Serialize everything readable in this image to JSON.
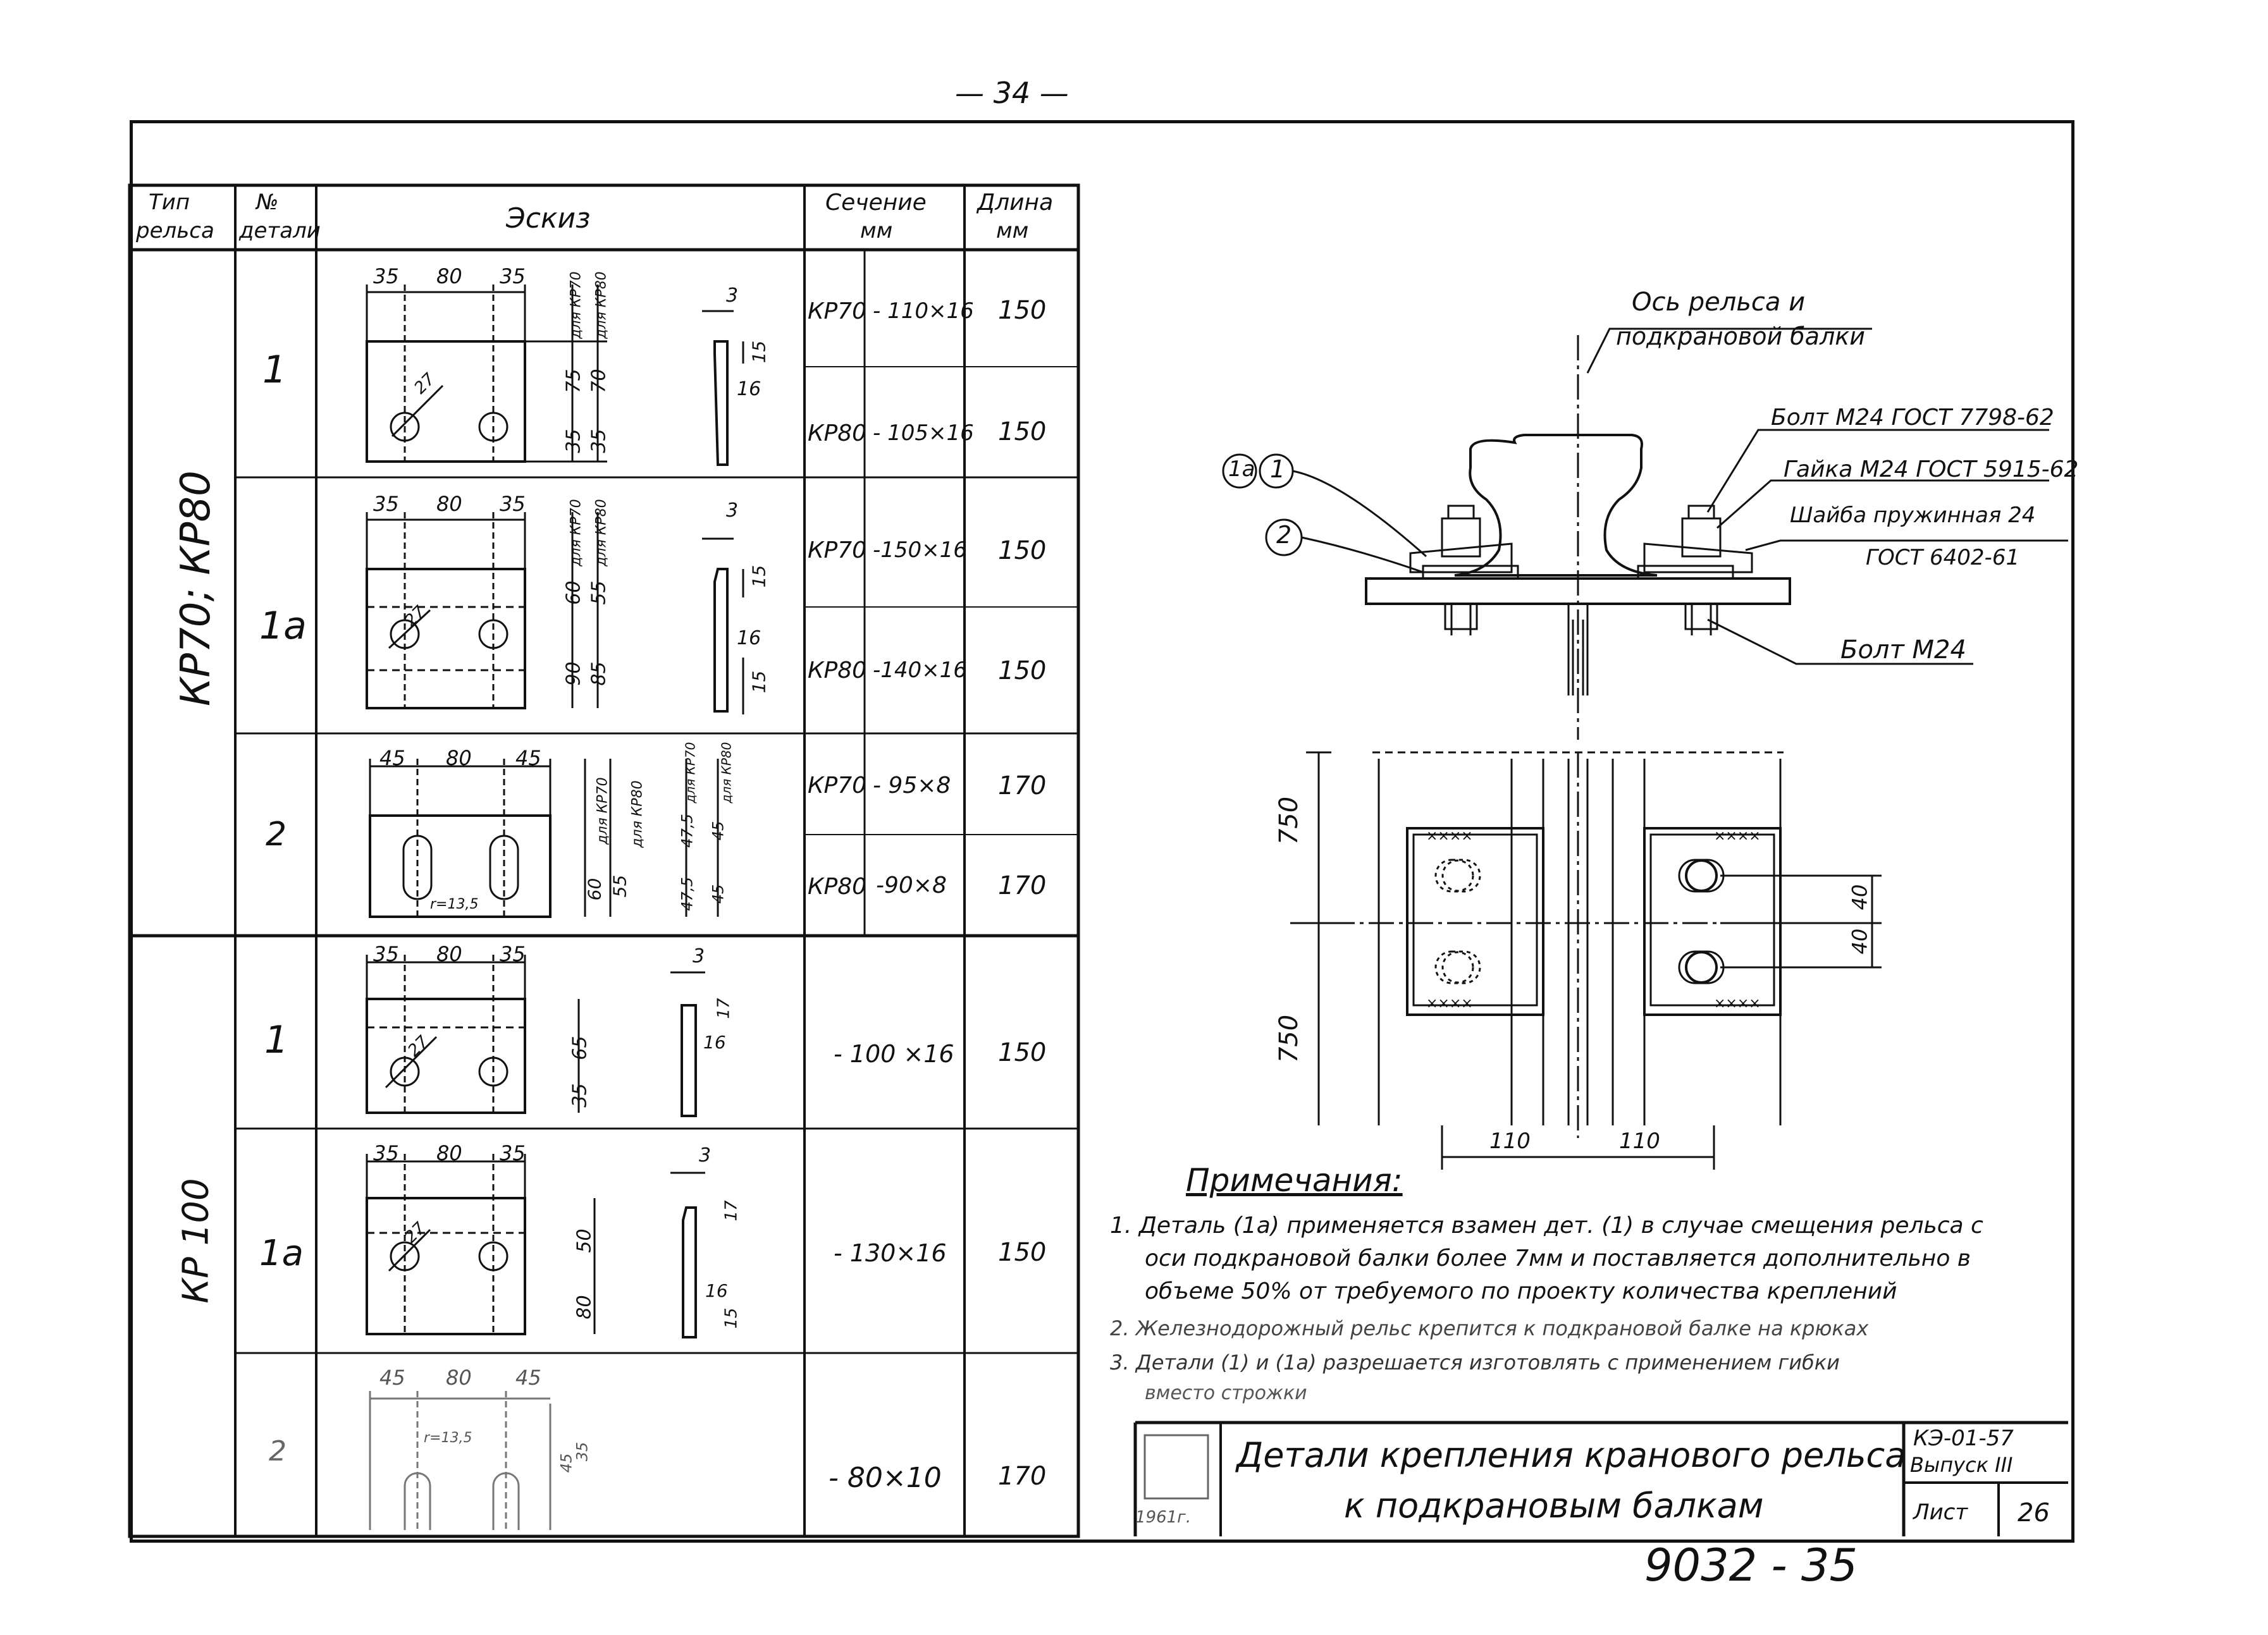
{
  "page_number": "— 34 —",
  "table": {
    "headers": {
      "rail_type": [
        "Тип",
        "рельса"
      ],
      "detail_no": [
        "№",
        "детали"
      ],
      "sketch": "Эскиз",
      "section": [
        "Сечение",
        "мм"
      ],
      "length": [
        "Длина",
        "мм"
      ]
    },
    "groups": [
      {
        "rail_type": "КР70; КР80",
        "rows": [
          {
            "detail": "1",
            "sections": [
              [
                "КР70",
                "- 110×16"
              ],
              [
                "КР80",
                "- 105×16"
              ]
            ],
            "lengths": [
              "150",
              "150"
            ],
            "dims": [
              "35",
              "80",
              "35",
              "75",
              "35",
              "70",
              "35",
              "для КР70",
              "для КР80",
              "27",
              "3",
              "15",
              "16"
            ]
          },
          {
            "detail": "1а",
            "sections": [
              [
                "КР70",
                "-150×16"
              ],
              [
                "КР80",
                "-140×16"
              ]
            ],
            "lengths": [
              "150",
              "150"
            ],
            "dims": [
              "35",
              "80",
              "35",
              "60",
              "90",
              "55",
              "85",
              "для КР70",
              "для КР80",
              "27",
              "3",
              "15",
              "16",
              "15"
            ]
          },
          {
            "detail": "2",
            "sections": [
              [
                "КР70",
                "- 95×8"
              ],
              [
                "КР80",
                "-90×8"
              ]
            ],
            "lengths": [
              "170",
              "170"
            ],
            "dims": [
              "45",
              "80",
              "45",
              "60",
              "55",
              "47,5",
              "45",
              "47,5",
              "45",
              "для КР70",
              "для КР80",
              "для КР70",
              "для КР80",
              "r=13,5"
            ]
          }
        ]
      },
      {
        "rail_type": "КР 100",
        "rows": [
          {
            "detail": "1",
            "section": "- 100 ×16",
            "length": "150",
            "dims": [
              "35",
              "80",
              "35",
              "65",
              "35",
              "27",
              "3",
              "17",
              "16"
            ]
          },
          {
            "detail": "1а",
            "section": "- 130×16",
            "length": "150",
            "dims": [
              "35",
              "80",
              "35",
              "50",
              "80",
              "27",
              "3",
              "17",
              "16",
              "15"
            ]
          },
          {
            "detail": "2",
            "section": "- 80×10",
            "length": "170",
            "dims": [
              "45",
              "80",
              "45",
              "r=13,5",
              "45",
              "35"
            ]
          }
        ]
      }
    ]
  },
  "drawing": {
    "axis_label": [
      "Ось рельса и",
      "подкрановой балки"
    ],
    "callouts": [
      "1а",
      "1",
      "2"
    ],
    "labels": [
      "Болт М24 ГОСТ 7798-62",
      "Гайка М24 ГОСТ 5915-62",
      "Шайба пружинная 24",
      "ГОСТ 6402-61",
      "Болт М24"
    ],
    "dims": [
      "750",
      "750",
      "40",
      "40",
      "110",
      "110"
    ],
    "weld_marks": "××××"
  },
  "notes": {
    "title": "Примечания:",
    "items": [
      "1. Деталь (1а) применяется взамен дет. (1) в случае смещения рельса с",
      "оси подкрановой балки более 7мм и поставляется дополнительно в",
      "объеме 50% от требуемого по проекту количества креплений",
      "2. Железнодорожный рельс крепится к подкрановой балке на крюках",
      "3. Детали (1) и (1а) разрешается изготовлять с применением гибки",
      "вместо строжки"
    ]
  },
  "title_block": {
    "title_line1": "Детали крепления кранового рельса",
    "title_line2": "к подкрановым балкам",
    "code": "КЭ-01-57",
    "issue": "Выпуск III",
    "sheet_label": "Лист",
    "sheet_no": "26",
    "stamp": "1961г."
  },
  "archive_number": "9032 - 35"
}
